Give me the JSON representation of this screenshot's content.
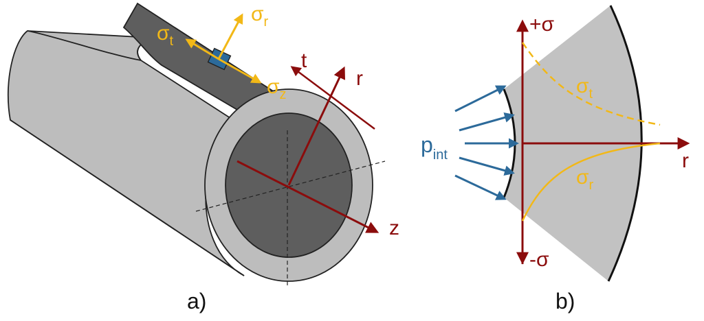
{
  "panel_a": {
    "caption": "a)",
    "sigma_t": {
      "sym": "σ",
      "sub": "t"
    },
    "sigma_r": {
      "sym": "σ",
      "sub": "r"
    },
    "sigma_z": {
      "sym": "σ",
      "sub": "z"
    },
    "axis_t": "t",
    "axis_r": "r",
    "axis_z": "z"
  },
  "panel_b": {
    "caption": "b)",
    "plus_sigma": "+σ",
    "minus_sigma": "-σ",
    "axis_r": "r",
    "sigma_t": {
      "sym": "σ",
      "sub": "t"
    },
    "sigma_r": {
      "sym": "σ",
      "sub": "r"
    },
    "p_int": {
      "sym": "p",
      "sub": "int"
    }
  },
  "colors": {
    "axis": "#8b0c0c",
    "stress": "#f2b817",
    "pressure": "#2c6a9a",
    "light_gray": "#bdbdbd",
    "dark_gray": "#5e5e5e"
  }
}
